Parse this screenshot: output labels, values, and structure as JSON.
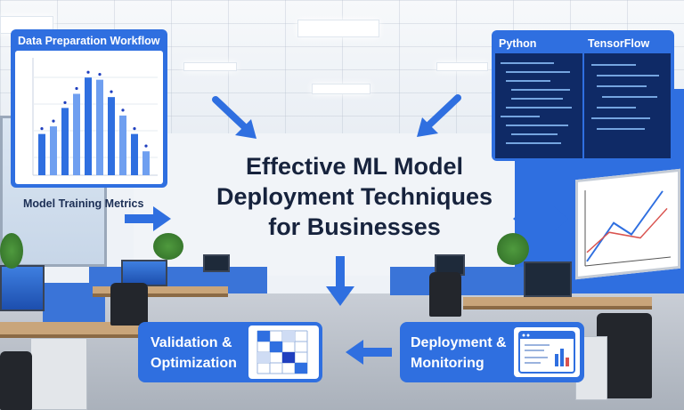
{
  "headline": {
    "line1": "Effective ML Model",
    "line2": "Deployment Techniques",
    "line3": "for Businesses"
  },
  "prep_card": {
    "title": "Data Preparation Workflow",
    "caption": "Model Training Metrics",
    "bars": [
      0.38,
      0.45,
      0.62,
      0.75,
      0.9,
      0.88,
      0.72,
      0.55,
      0.38,
      0.22
    ]
  },
  "code_card": {
    "left_label": "Python",
    "right_label": "TensorFlow"
  },
  "steps": {
    "validation_line1": "Validation &",
    "validation_line2": "Optimization",
    "deployment_line1": "Deployment &",
    "deployment_line2": "Monitoring"
  },
  "colors": {
    "accent": "#2f6fe0",
    "headline": "#17233d",
    "code_bg": "#0f2a66"
  }
}
